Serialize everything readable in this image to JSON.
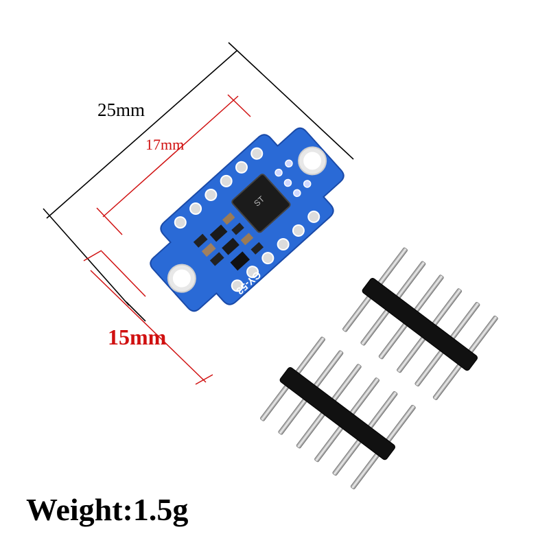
{
  "dimensions": {
    "overall_width": "25mm",
    "hole_spacing": "17mm",
    "height": "15mm"
  },
  "board": {
    "silkscreen": "GY-53",
    "chip_marking": "ST"
  },
  "weight": "Weight:1.5g",
  "colors": {
    "pcb": "#2060c8",
    "dimension_black": "#000000",
    "dimension_red": "#d01010",
    "header_plastic": "#111111",
    "pin_metal": "#c8c8c8"
  }
}
